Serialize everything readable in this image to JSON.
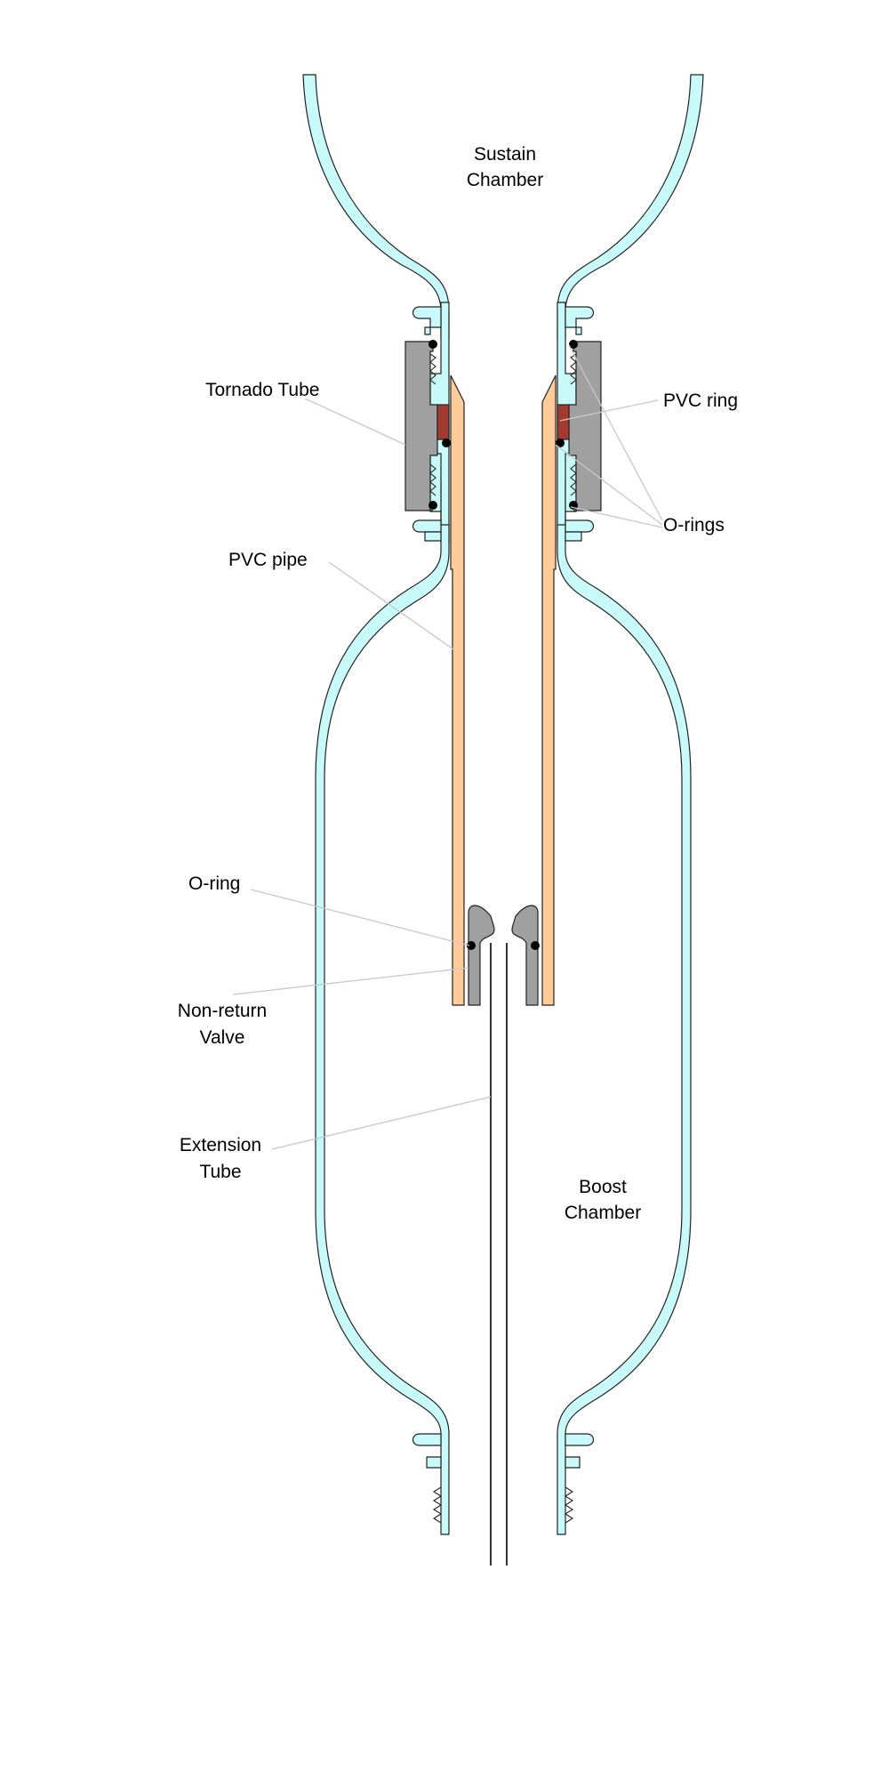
{
  "labels": {
    "sustain_1": "Sustain",
    "sustain_2": "Chamber",
    "tornado": "Tornado Tube",
    "pvc_ring": "PVC ring",
    "pvc_pipe": "PVC pipe",
    "o_rings": "O-rings",
    "o_ring": "O-ring",
    "nrv_1": "Non-return",
    "nrv_2": "Valve",
    "ext_1": "Extension",
    "ext_2": "Tube",
    "boost_1": "Boost",
    "boost_2": "Chamber"
  },
  "colors": {
    "bottle": "#c8fafa",
    "pvc_pipe": "#ffcc99",
    "tornado_tube": "#a0a0a0",
    "pvc_ring": "#a33a30",
    "leader_line": "#c8c8c8"
  }
}
